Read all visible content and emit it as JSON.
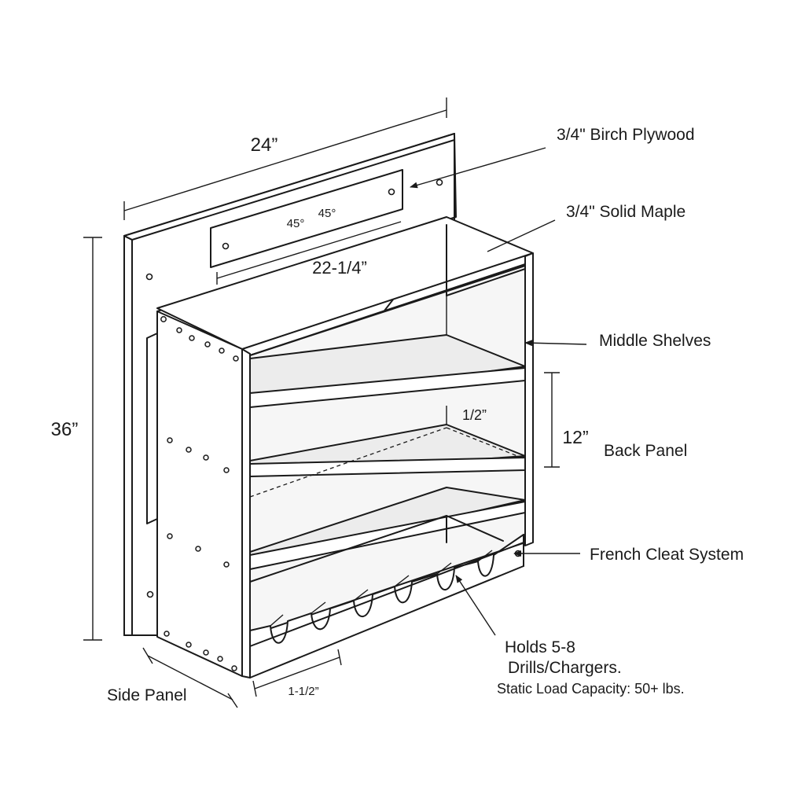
{
  "dimensions": {
    "width_top": "24”",
    "height_left": "36”",
    "cleat_width": "22-1/4”",
    "shelf_spacing": "12”",
    "back_panel_thickness": "1/2”",
    "bottom_depth": "1-1/2”"
  },
  "angles": {
    "left": "45°",
    "right": "45°"
  },
  "callouts": {
    "birch_plywood": "3/4\" Birch Plywood",
    "solid_maple": "3/4\" Solid Maple",
    "middle_shelves": "Middle Shelves",
    "back_panel": "Back Panel",
    "french_cleat": "French Cleat System",
    "side_panel": "Side Panel"
  },
  "notes": {
    "holds_line1": "Holds 5-8",
    "holds_line2": "Drills/Chargers.",
    "load_capacity": "Static Load Capacity: 50+ lbs."
  }
}
